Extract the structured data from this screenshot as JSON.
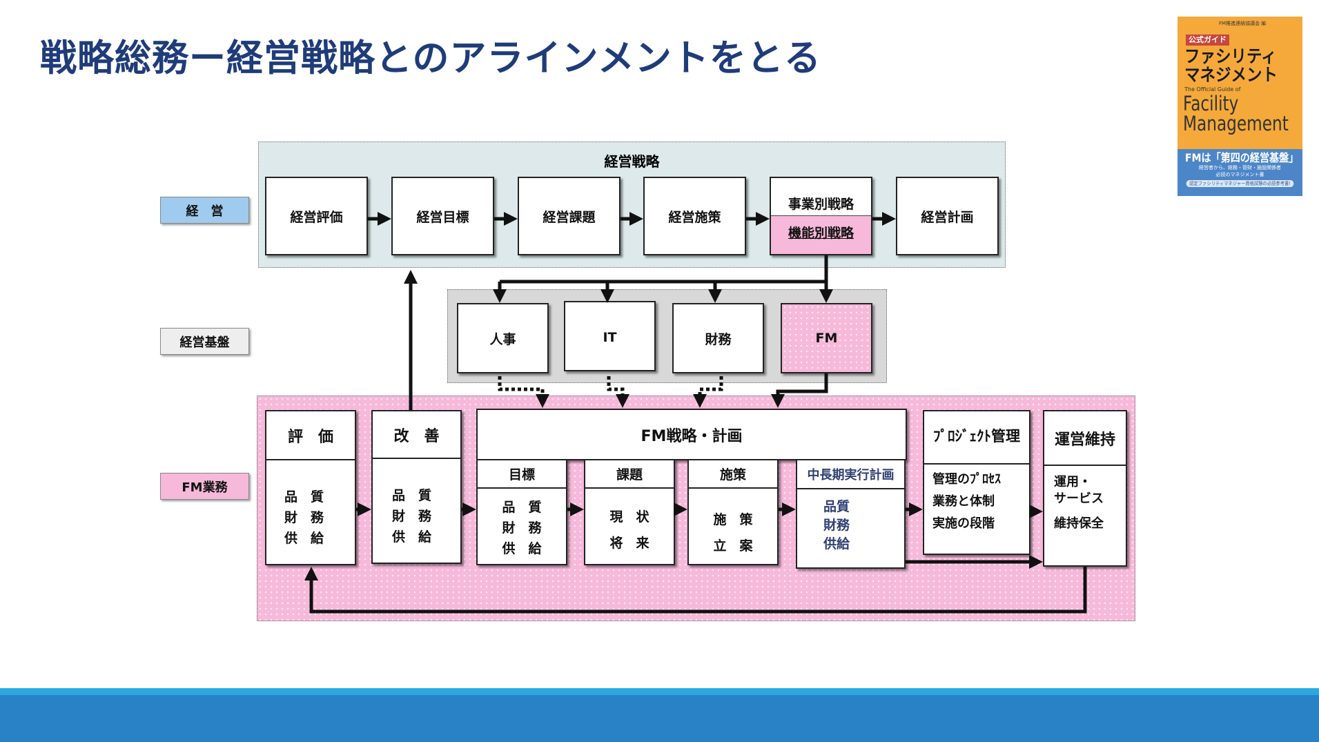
{
  "title": "戦略総務ー経営戦略とのアラインメントをとる",
  "book": {
    "publisher": "FM推進連絡協議会 編",
    "tag": "公式ガイド",
    "title_line1": "ファシリティ",
    "title_line2": "マネジメント",
    "subtitle": "The Official Guide of",
    "en_line1": "Facility",
    "en_line2": "Management",
    "band_title": "FMは「第四の経営基盤」",
    "band_text1": "経営者から、総務・管財・施設関係者",
    "band_text2": "必読のマネジメント書",
    "band_pill": "認定ファシリティマネジャー資格試験の必読参考書!"
  },
  "labels": {
    "keiei": "経　営",
    "kiban": "経営基盤",
    "fm": "FM業務"
  },
  "top": {
    "title": "経営戦略",
    "boxes": [
      "経営評価",
      "経営目標",
      "経営課題",
      "経営施策"
    ],
    "business": "事業別戦略",
    "functional": "機能別戦略",
    "plan": "経営計画"
  },
  "mid": {
    "boxes": [
      "人事",
      "IT",
      "財務",
      "FM"
    ]
  },
  "fm": {
    "eval": {
      "title": "評　価",
      "items": [
        "品　質",
        "財　務",
        "供　給"
      ]
    },
    "kaizen": {
      "title": "改　善",
      "items": [
        "品　質",
        "財　務",
        "供　給"
      ]
    },
    "strategy_title": "FM戦略・計画",
    "goal": {
      "title": "目標",
      "items": [
        "品　質",
        "財　務",
        "供　給"
      ]
    },
    "issue": {
      "title": "課題",
      "items": [
        "現　状",
        "将　来"
      ]
    },
    "measure": {
      "title": "施策",
      "items": [
        "施　策",
        "立　案"
      ]
    },
    "midterm": {
      "title": "中長期実行計画",
      "items": [
        "品質",
        "財務",
        "供給"
      ]
    },
    "project": {
      "title": "ﾌﾟﾛｼﾞｪｸﾄ管理",
      "items": [
        "管理のﾌﾟﾛｾｽ",
        "業務と体制",
        "実施の段階"
      ]
    },
    "ops": {
      "title": "運営維持",
      "items": [
        "運用・",
        "サービス",
        "維持保全"
      ]
    }
  },
  "colors": {
    "title": "#1f3c7a",
    "keiei_label": "#9fcbee",
    "fm_pink": "#f6b9da",
    "band": "#2a82c6"
  }
}
